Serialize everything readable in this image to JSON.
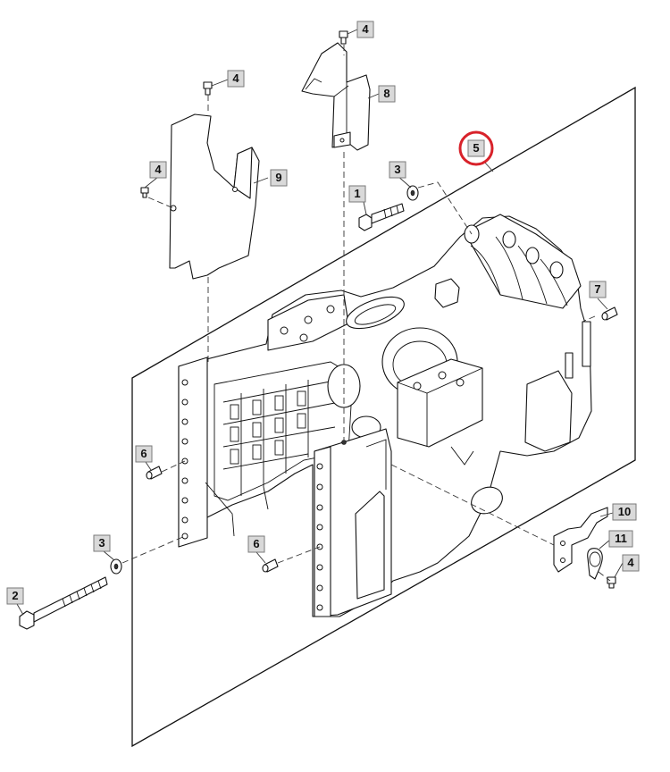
{
  "callouts": [
    {
      "id": "c4a",
      "label": "4"
    },
    {
      "id": "c4b",
      "label": "4"
    },
    {
      "id": "c8",
      "label": "8"
    },
    {
      "id": "c4c",
      "label": "4"
    },
    {
      "id": "c9",
      "label": "9"
    },
    {
      "id": "c3a",
      "label": "3"
    },
    {
      "id": "c1",
      "label": "1"
    },
    {
      "id": "c5",
      "label": "5"
    },
    {
      "id": "c7",
      "label": "7"
    },
    {
      "id": "c6a",
      "label": "6"
    },
    {
      "id": "c6b",
      "label": "6"
    },
    {
      "id": "c3b",
      "label": "3"
    },
    {
      "id": "c2",
      "label": "2"
    },
    {
      "id": "c10",
      "label": "10"
    },
    {
      "id": "c11",
      "label": "11"
    },
    {
      "id": "c4d",
      "label": "4"
    }
  ],
  "highlight": {
    "callout": "5",
    "color": "#d8222a"
  }
}
